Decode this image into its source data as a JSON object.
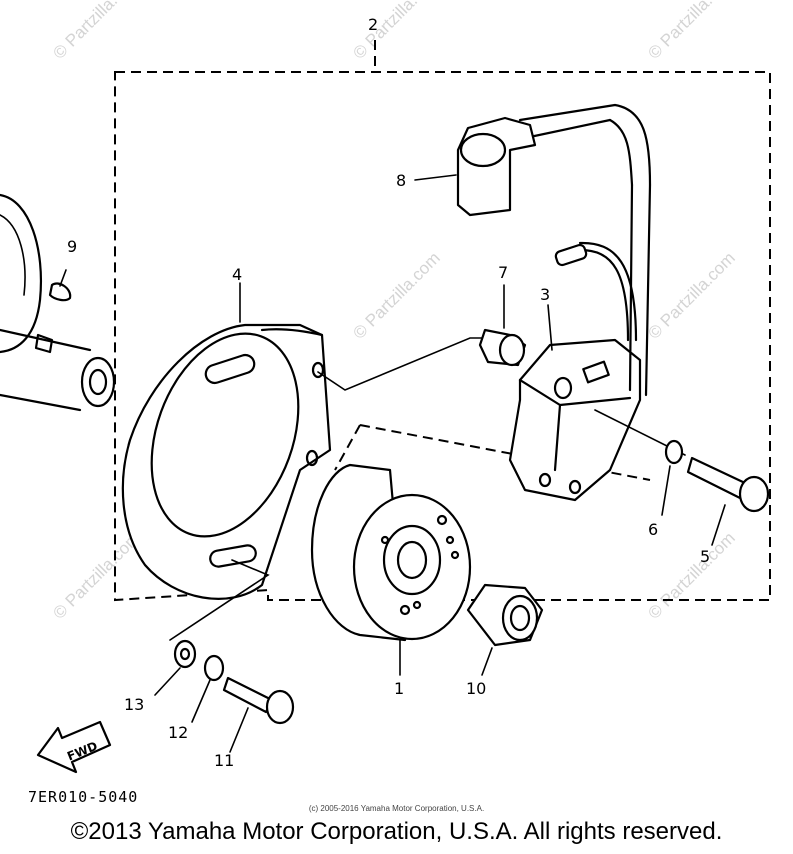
{
  "watermark": "© Partzilla.com",
  "callouts": {
    "c1": "1",
    "c2": "2",
    "c3": "3",
    "c4": "4",
    "c5": "5",
    "c6": "6",
    "c7": "7",
    "c8": "8",
    "c9": "9",
    "c10": "10",
    "c11": "11",
    "c12": "12",
    "c13": "13"
  },
  "fwd_label": "FWD",
  "catalog_code": "7ER010-5040",
  "small_copyright": "(c) 2005-2016 Yamaha Motor Corporation, U.S.A.",
  "main_copyright": "©2013 Yamaha Motor Corporation, U.S.A. All rights reserved."
}
